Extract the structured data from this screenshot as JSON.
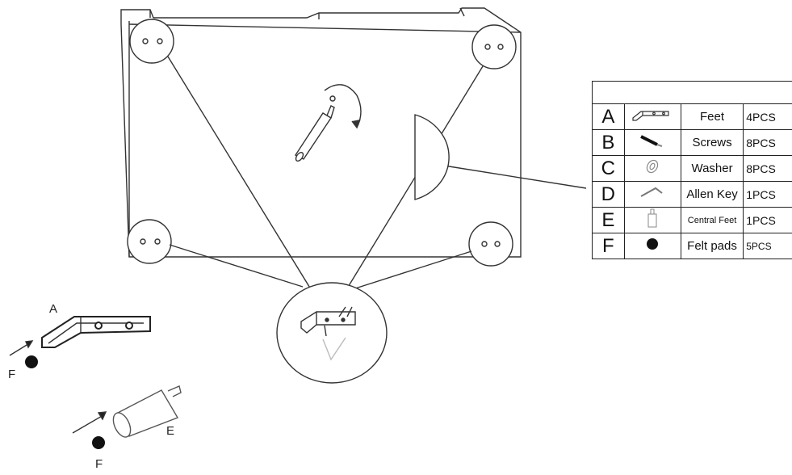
{
  "diagram": {
    "parts": [
      {
        "letter": "A",
        "icon": "foot-bracket-icon",
        "name": "Feet",
        "qty": "4PCS"
      },
      {
        "letter": "B",
        "icon": "screw-icon",
        "name": "Screws",
        "qty": "8PCS"
      },
      {
        "letter": "C",
        "icon": "washer-icon",
        "name": "Washer",
        "qty": "8PCS"
      },
      {
        "letter": "D",
        "icon": "allen-key-icon",
        "name": "Allen Key",
        "qty": "1PCS"
      },
      {
        "letter": "E",
        "icon": "central-foot-icon",
        "name": "Central Feet",
        "qty": "1PCS"
      },
      {
        "letter": "F",
        "icon": "felt-pad-icon",
        "name": "Felt pads",
        "qty": "5PCS"
      }
    ],
    "labels": {
      "foot_a": "A",
      "felt_f_top": "F",
      "central_e": "E",
      "felt_f_bottom": "F"
    },
    "colors": {
      "line": "#333333",
      "ink": "#111111"
    }
  }
}
